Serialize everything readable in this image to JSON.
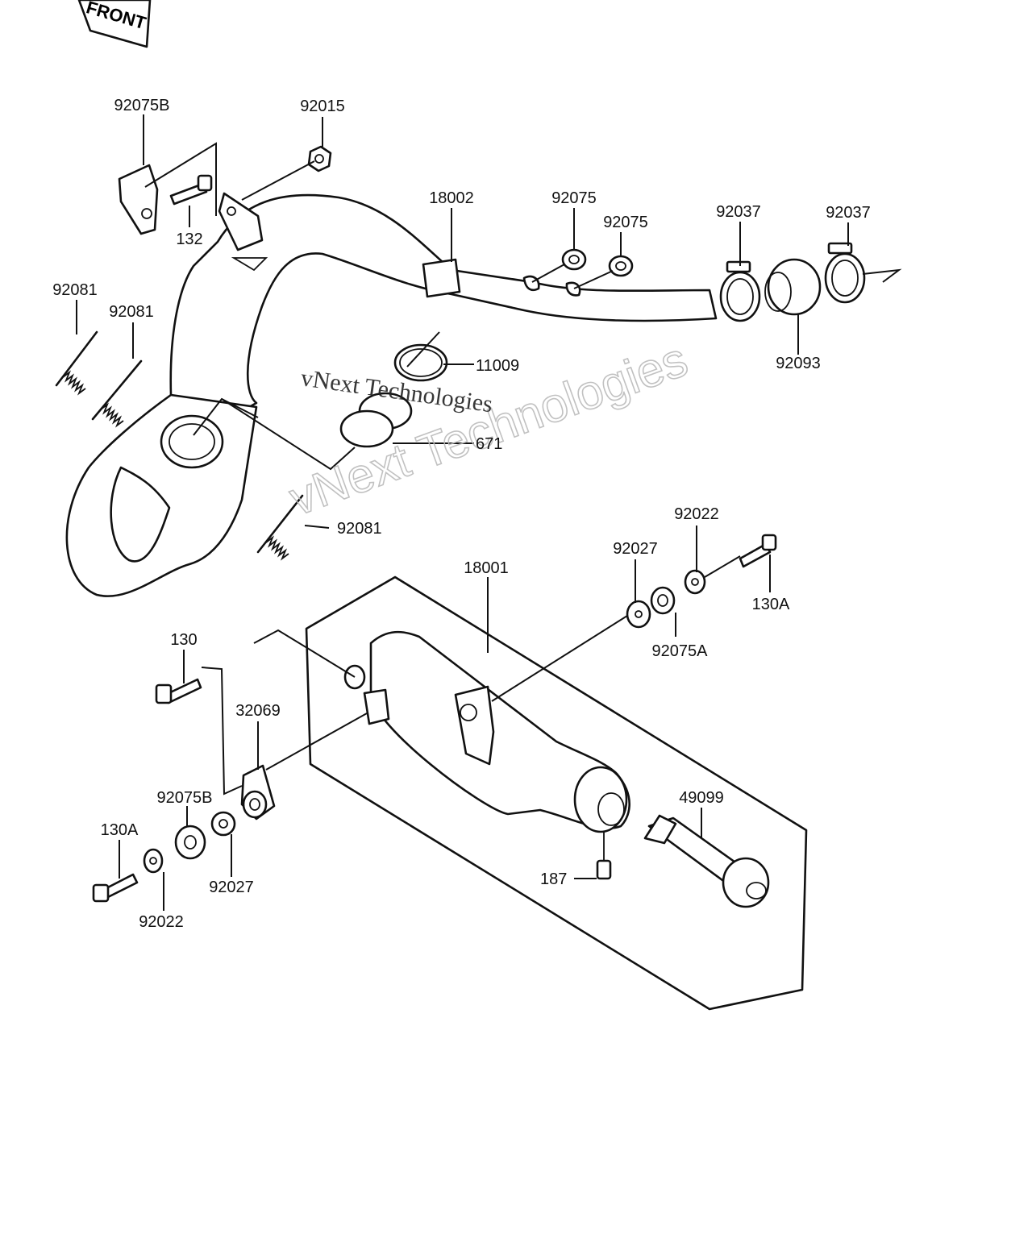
{
  "diagram": {
    "front_badge": "FRONT",
    "watermark_text": "vNext Technologies",
    "watermark_outline": "vNext Technologies",
    "part_labels": [
      {
        "id": "p92075B_top",
        "text": "92075B"
      },
      {
        "id": "p92015",
        "text": "92015"
      },
      {
        "id": "p132",
        "text": "132"
      },
      {
        "id": "p18002",
        "text": "18002"
      },
      {
        "id": "p92075_a",
        "text": "92075"
      },
      {
        "id": "p92075_b",
        "text": "92075"
      },
      {
        "id": "p92037_a",
        "text": "92037"
      },
      {
        "id": "p92037_b",
        "text": "92037"
      },
      {
        "id": "p92081_a",
        "text": "92081"
      },
      {
        "id": "p92081_b",
        "text": "92081"
      },
      {
        "id": "p11009",
        "text": "11009"
      },
      {
        "id": "p92093",
        "text": "92093"
      },
      {
        "id": "p671",
        "text": "671"
      },
      {
        "id": "p92081_c",
        "text": "92081"
      },
      {
        "id": "p92022_top",
        "text": "92022"
      },
      {
        "id": "p92027_top",
        "text": "92027"
      },
      {
        "id": "p18001",
        "text": "18001"
      },
      {
        "id": "p130A_top",
        "text": "130A"
      },
      {
        "id": "p92075A",
        "text": "92075A"
      },
      {
        "id": "p130",
        "text": "130"
      },
      {
        "id": "p32069",
        "text": "32069"
      },
      {
        "id": "p92075B_bot",
        "text": "92075B"
      },
      {
        "id": "p49099",
        "text": "49099"
      },
      {
        "id": "p130A_bot",
        "text": "130A"
      },
      {
        "id": "p92027_bot",
        "text": "92027"
      },
      {
        "id": "p187",
        "text": "187"
      },
      {
        "id": "p92022_bot",
        "text": "92022"
      }
    ]
  }
}
